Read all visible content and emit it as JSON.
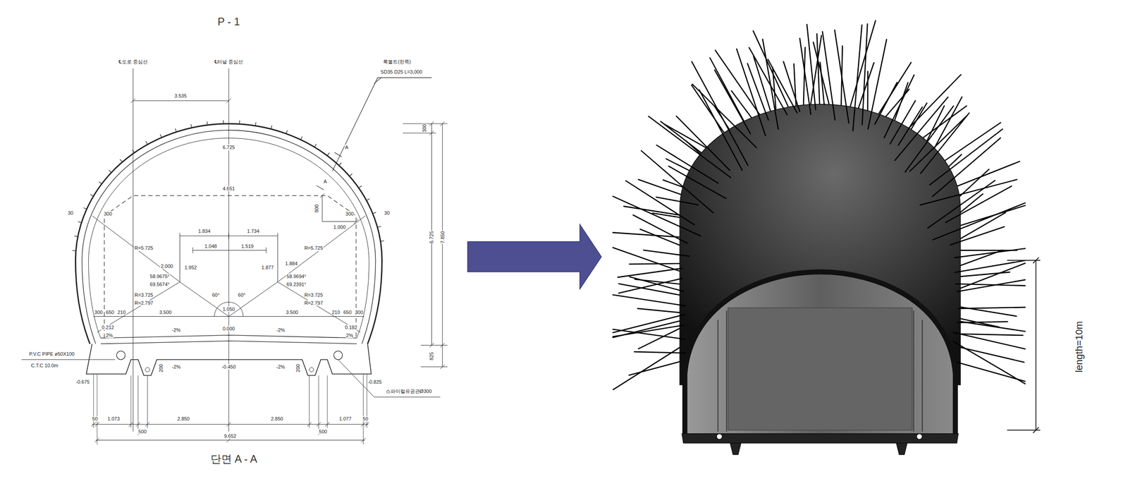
{
  "diagram": {
    "title": "P - 1",
    "caption": "단면 A - A",
    "labels": [
      "℄도로 중심선",
      "℄터널 중심선",
      "3.535",
      "6.725",
      "4.651",
      "록볼트(한쪽)",
      "SD35 D25 L=3,000",
      "A",
      "A",
      "800",
      "1.000",
      "300",
      "6.725",
      "7.850",
      "825",
      "30",
      "300",
      "30",
      "300",
      "1.834",
      "1.734",
      "1.048",
      "1.519",
      "R=5.725",
      "R=5.725",
      "2.000",
      "1.952",
      "1.877",
      "1.884",
      "58.9675°",
      "69.5674°",
      "58.9694°",
      "69.2391°",
      "60°",
      "60°",
      "R=3.725",
      "R=2.797",
      "R=3.725",
      "R=2.797",
      "1.050",
      "300",
      "650",
      "210",
      "3.500",
      "3.500",
      "210",
      "650",
      "300",
      "0.212",
      "2%",
      "0.182",
      "2%",
      "0.000",
      "-2%",
      "-2%",
      "-2%",
      "-2%",
      "-0.450",
      "200",
      "200",
      "P.V.C PIPE ø50X100",
      "C.T.C 10.0m",
      "-0.675",
      "-0.825",
      "스파이럴유공관Ø300",
      "50",
      "1.073",
      "500",
      "2.850",
      "2.850",
      "500",
      "1.077",
      "50",
      "9.652",
      "length=10m"
    ]
  }
}
